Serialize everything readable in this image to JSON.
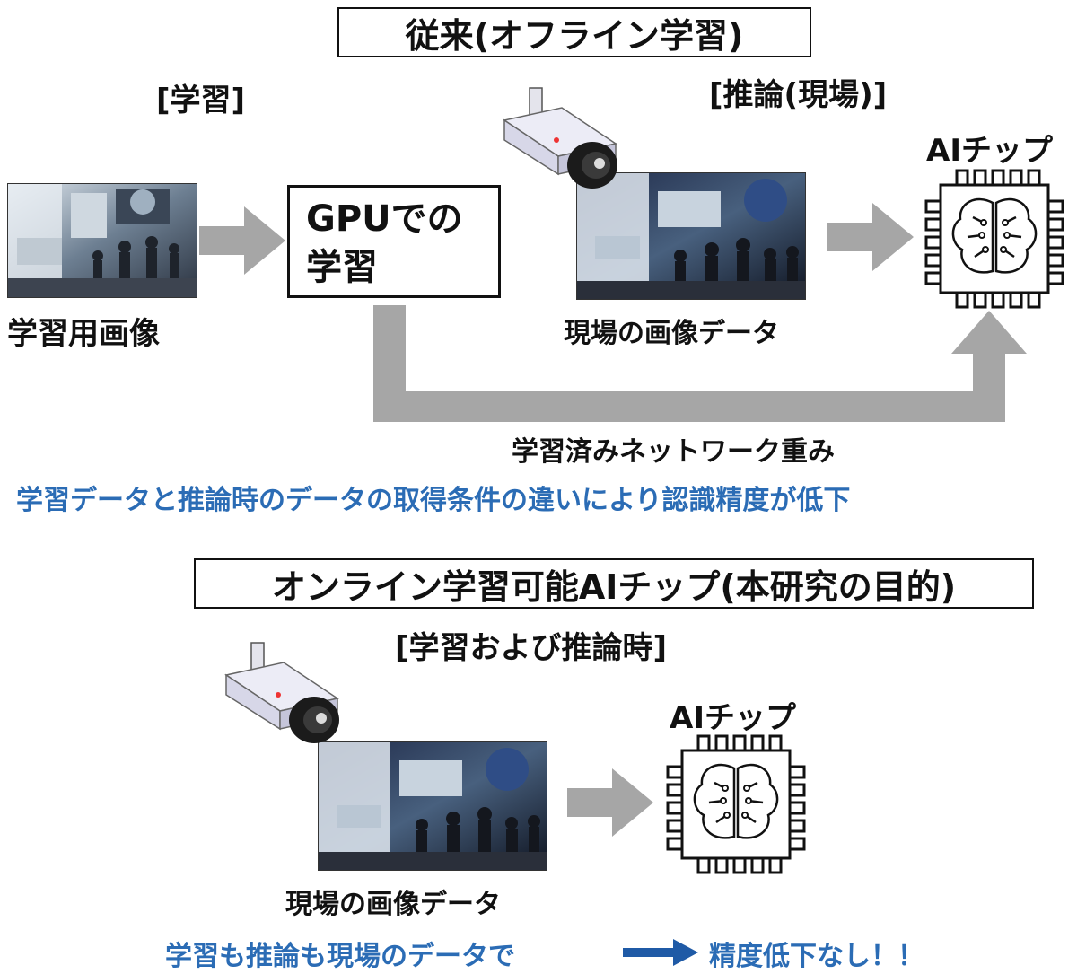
{
  "conventional": {
    "title": "従来(オフライン学習)",
    "training_label": "[学習]",
    "inference_label": "[推論(現場)]",
    "training_images_label": "学習用画像",
    "gpu_box_line1": "GPUでの",
    "gpu_box_line2": "学習",
    "field_image_label": "現場の画像データ",
    "ai_chip_label": "AIチップ",
    "weights_label": "学習済みネットワーク重み",
    "problem_note": "学習データと推論時のデータの取得条件の違いにより認識精度が低下"
  },
  "online": {
    "title": "オンライン学習可能AIチップ(本研究の目的)",
    "phase_label": "[学習および推論時]",
    "ai_chip_label": "AIチップ",
    "field_image_label": "現場の画像データ",
    "conclusion_part1": "学習も推論も現場のデータで",
    "conclusion_part2": "精度低下なし！！"
  },
  "colors": {
    "arrow_gray": "#a6a6a6",
    "note_blue": "#2b6cb5",
    "conclusion_arrow": "#1f5aa6"
  },
  "icons": [
    "security-camera-icon",
    "ai-chip-brain-icon",
    "arrow-right-icon"
  ]
}
